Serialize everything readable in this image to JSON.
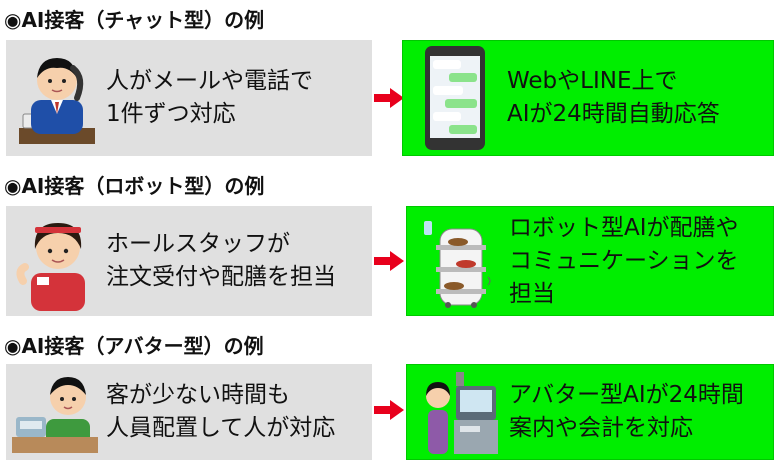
{
  "sections": [
    {
      "title": "◉AI接客（チャット型）の例",
      "before_text": "人がメールや電話で\n1件ずつ対応",
      "after_text": "WebやLINE上で\nAIが24時間自動応答",
      "before_icon": "phone-operator-icon",
      "after_icon": "smartphone-chat-icon"
    },
    {
      "title": "◉AI接客（ロボット型）の例",
      "before_text": "ホールスタッフが\n注文受付や配膳を担当",
      "after_text": "ロボット型AIが配膳や\nコミュニケーションを\n担当",
      "before_icon": "waitress-icon",
      "after_icon": "serving-robot-icon"
    },
    {
      "title": "◉AI接客（アバター型）の例",
      "before_text": "客が少ない時間も\n人員配置して人が対応",
      "after_text": "アバター型AIが24時間\n案内や会計を対応",
      "before_icon": "cashier-clerk-icon",
      "after_icon": "self-checkout-kiosk-icon"
    }
  ],
  "colors": {
    "gray_panel": "#e0e0e0",
    "green_panel": "#00ee00",
    "arrow": "#e8001c"
  }
}
